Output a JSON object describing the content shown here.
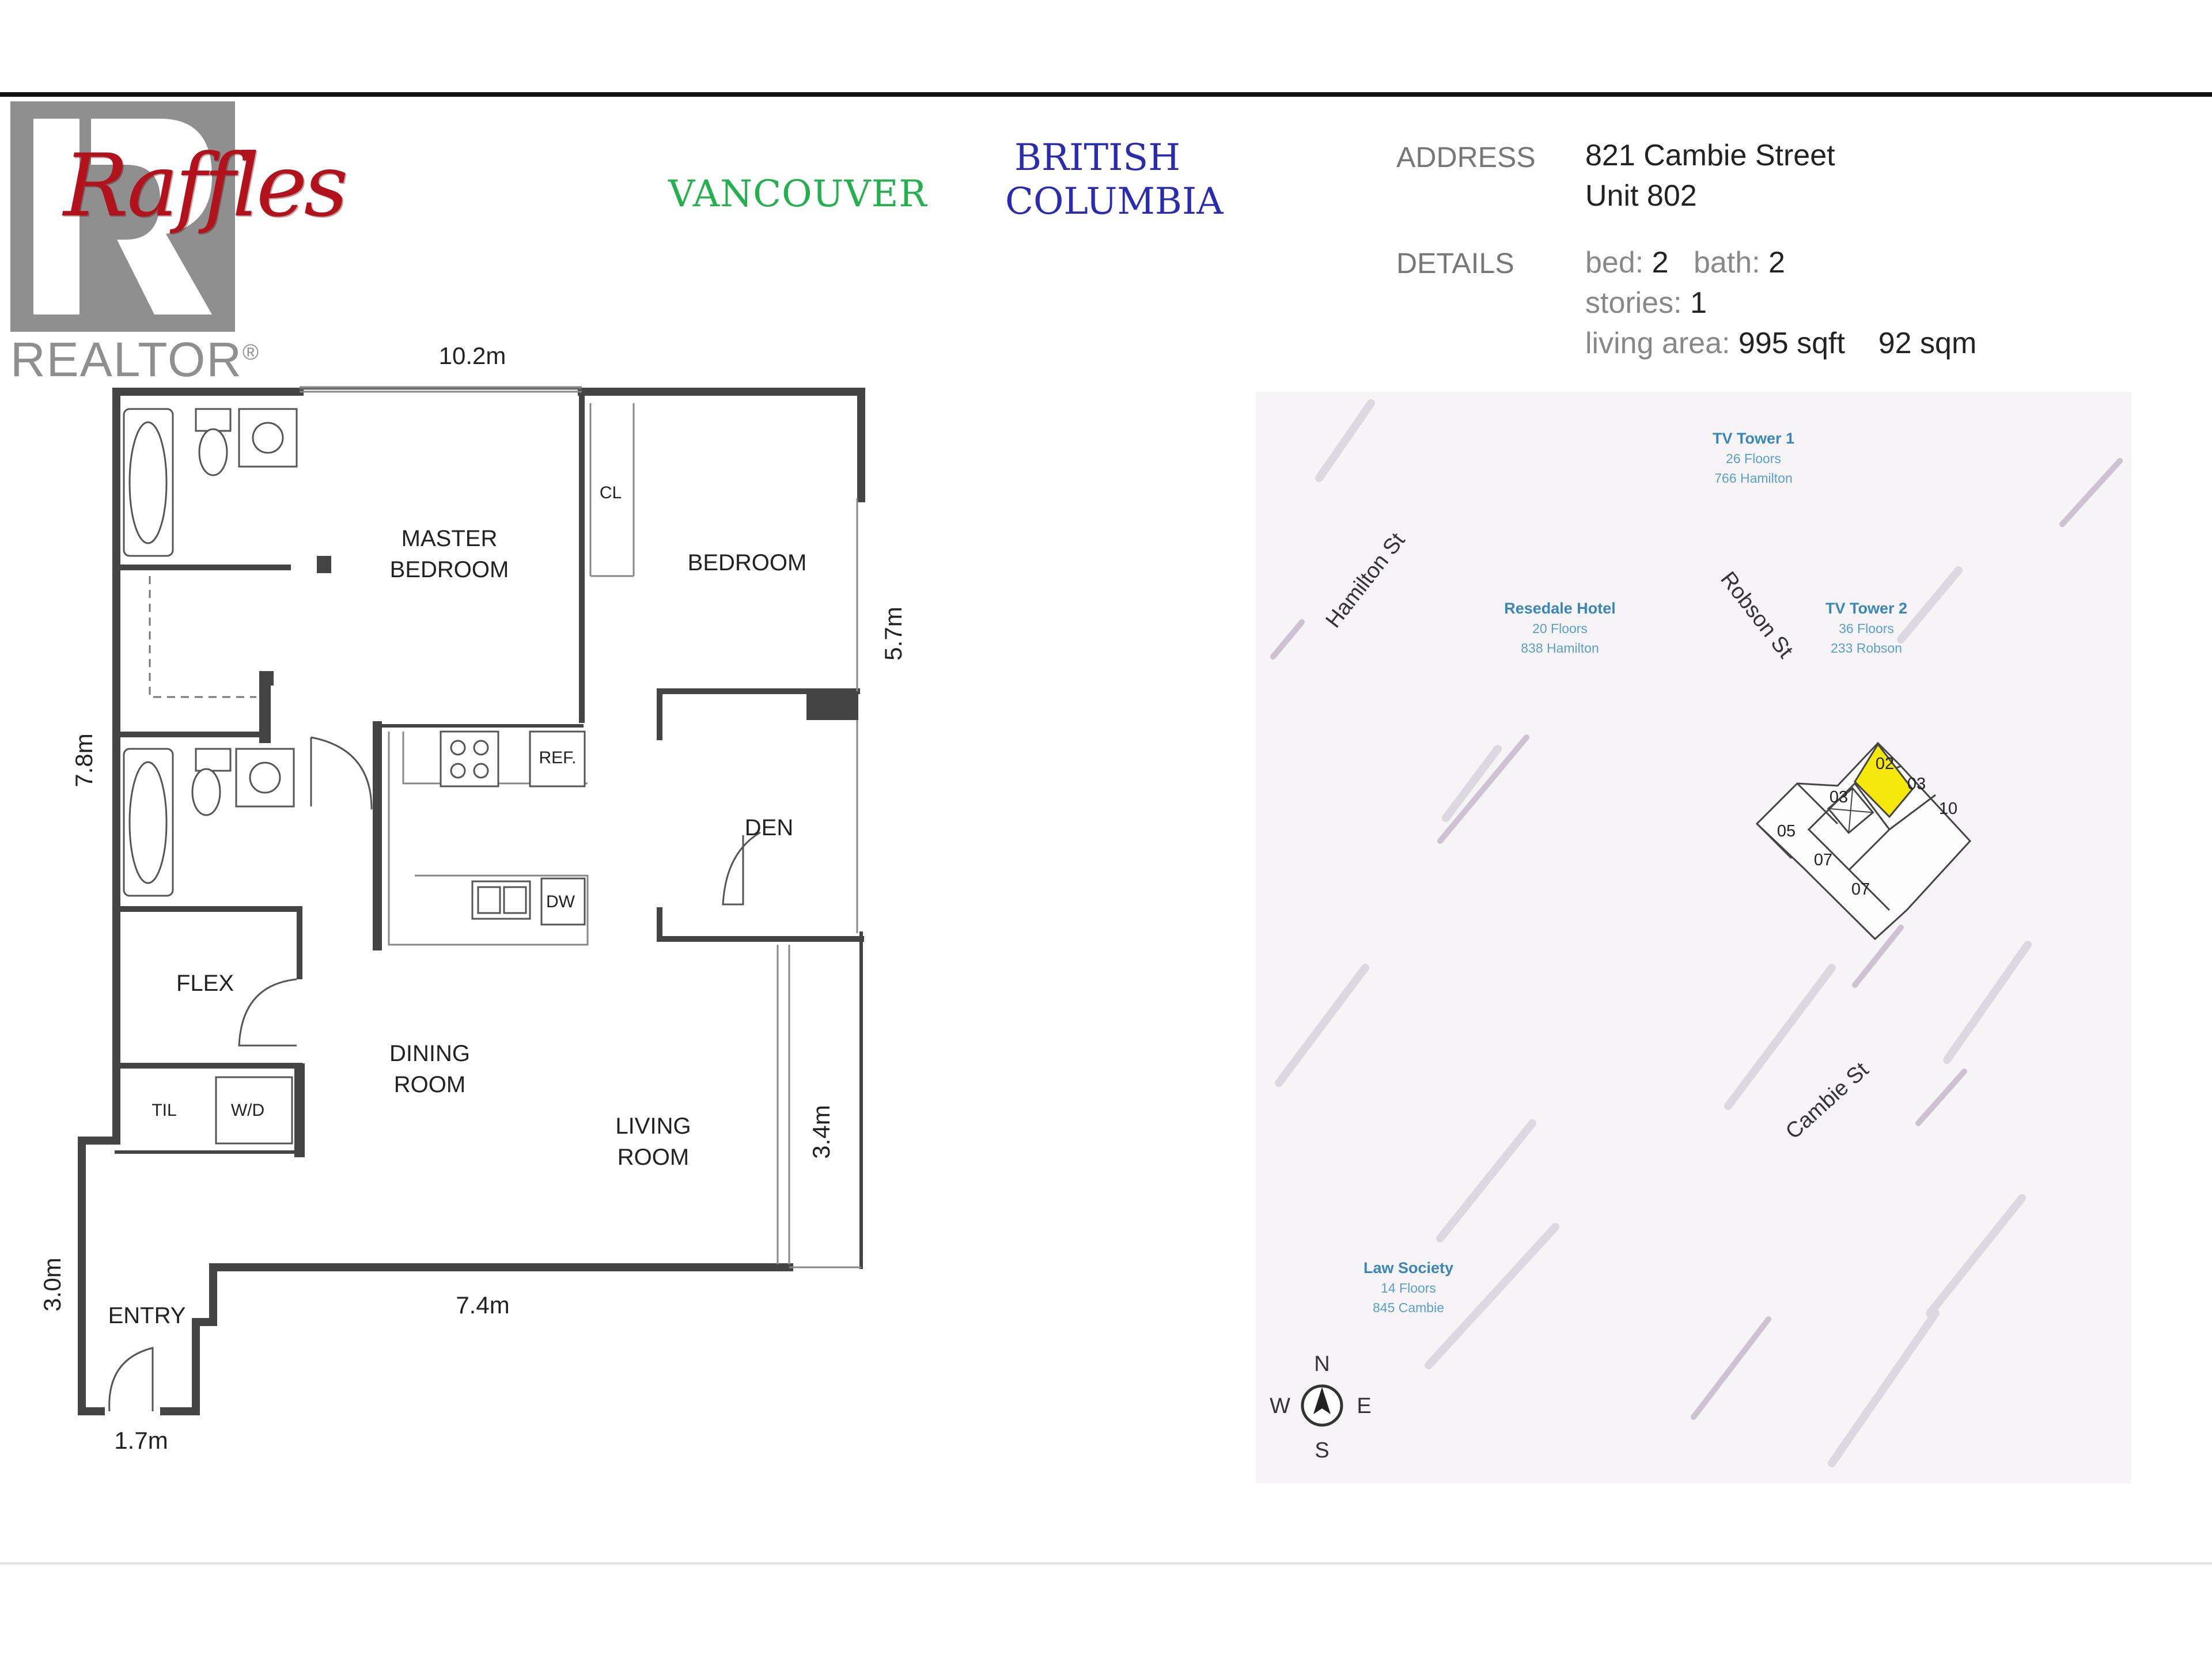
{
  "logo": {
    "brand_script": "Raffles",
    "brand_word": "REALTOR",
    "registered_mark": "®"
  },
  "location": {
    "city": "VANCOUVER",
    "province_line1": "BRITISH",
    "province_line2": "COLUMBIA"
  },
  "address": {
    "label": "ADDRESS",
    "line1": "821 Cambie Street",
    "line2": "Unit 802"
  },
  "details": {
    "label": "DETAILS",
    "bed_label": "bed:",
    "bed_value": "2",
    "bath_label": "bath:",
    "bath_value": "2",
    "stories_label": "stories:",
    "stories_value": "1",
    "living_label": "living area:",
    "living_sqft": "995 sqft",
    "living_sqm": "92 sqm"
  },
  "floorplan": {
    "rooms": {
      "master_line1": "MASTER",
      "master_line2": "BEDROOM",
      "bedroom": "BEDROOM",
      "den": "DEN",
      "flex": "FLEX",
      "dining_line1": "DINING",
      "dining_line2": "ROOM",
      "living_line1": "LIVING",
      "living_line2": "ROOM",
      "entry": "ENTRY"
    },
    "fixtures": {
      "closet": "CL",
      "fridge": "REF.",
      "dishwasher": "DW",
      "linen": "TIL",
      "laundry": "W/D"
    },
    "dimensions": {
      "top_width": "10.2m",
      "left_height": "7.8m",
      "bedroom_height": "5.7m",
      "balcony_height": "3.4m",
      "bottom_width": "7.4m",
      "entry_height": "3.0m",
      "entry_width": "1.7m"
    }
  },
  "sitemap": {
    "buildings": {
      "tv1_name": "TV Tower 1",
      "tv1_floors": "26 Floors",
      "tv1_addr": "766 Hamilton",
      "tv2_name": "TV Tower 2",
      "tv2_floors": "36 Floors",
      "tv2_addr": "233 Robson",
      "res_name": "Resedale Hotel",
      "res_floors": "20 Floors",
      "res_addr": "838 Hamilton",
      "law_name": "Law Society",
      "law_floors": "14 Floors",
      "law_addr": "845 Cambie"
    },
    "streets": {
      "hamilton": "Hamilton St",
      "robson": "Robson St",
      "cambie": "Cambie St"
    },
    "units": {
      "u02": "02",
      "u03a": "03",
      "u03b": "03",
      "u10": "10",
      "u05": "05",
      "u07a": "07",
      "u07b": "07"
    },
    "compass": {
      "n": "N",
      "s": "S",
      "e": "E",
      "w": "W"
    },
    "highlight_color": "#f5e80a"
  }
}
